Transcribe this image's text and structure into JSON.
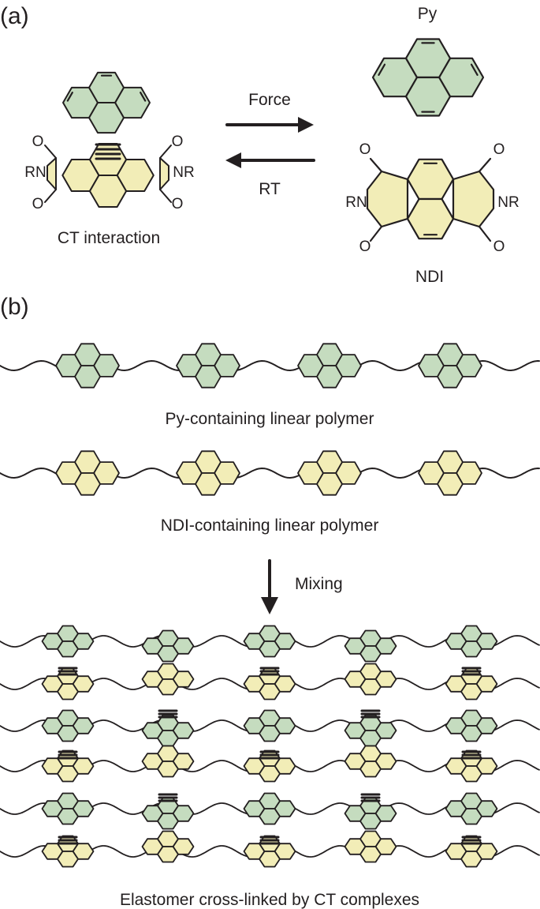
{
  "panel_a": {
    "label": "(a)",
    "complex_caption": "CT interaction",
    "py_label": "Py",
    "ndi_label": "NDI",
    "forward_label": "Force",
    "reverse_label": "RT",
    "atoms": {
      "oxygen": "O",
      "imide_left": "RN",
      "imide_right": "NR"
    }
  },
  "panel_b": {
    "label": "(b)",
    "py_polymer_caption": "Py-containing linear polymer",
    "ndi_polymer_caption": "NDI-containing linear polymer",
    "mixing_label": "Mixing",
    "elastomer_caption": "Elastomer cross-linked by CT complexes"
  },
  "colors": {
    "pyrene_fill": "#c5dcbf",
    "ndi_fill": "#f2edb7",
    "stroke": "#231f20"
  }
}
